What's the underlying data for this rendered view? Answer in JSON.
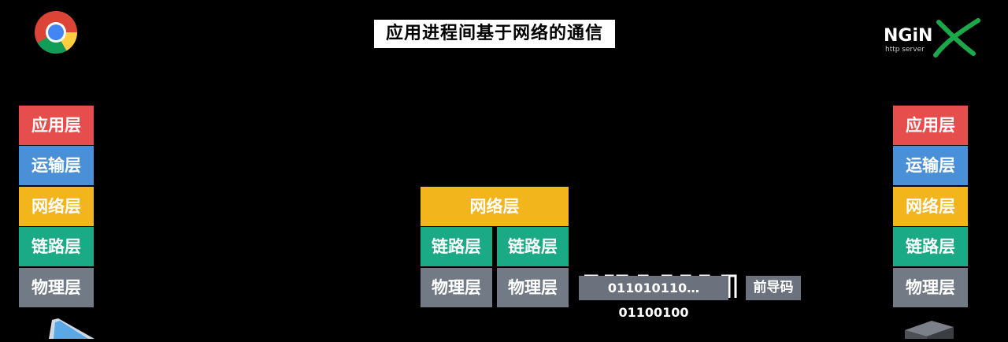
{
  "title": "应用进程间基于网络的通信",
  "left_stack": {
    "application": "应用层",
    "transport": "运输层",
    "network": "网络层",
    "link": "链路层",
    "physical": "物理层"
  },
  "router": {
    "network": "网络层",
    "link_left": "链路层",
    "link_right": "链路层",
    "physical_left": "物理层",
    "physical_right": "物理层"
  },
  "right_stack": {
    "application": "应用层",
    "transport": "运输层",
    "network": "网络层",
    "link": "链路层",
    "physical": "物理层"
  },
  "bitstream": "011010110…01100100",
  "preamble": "前导码",
  "nginx_logo": {
    "text": "NGiN",
    "subtitle": "http server"
  },
  "colors": {
    "application": "#e64e4e",
    "transport": "#4a90d9",
    "network": "#f2b51c",
    "link": "#1aaa86",
    "physical": "#727a86"
  },
  "icons": [
    "chrome-browser-icon",
    "nginx-logo-icon",
    "laptop-icon",
    "server-icon"
  ]
}
